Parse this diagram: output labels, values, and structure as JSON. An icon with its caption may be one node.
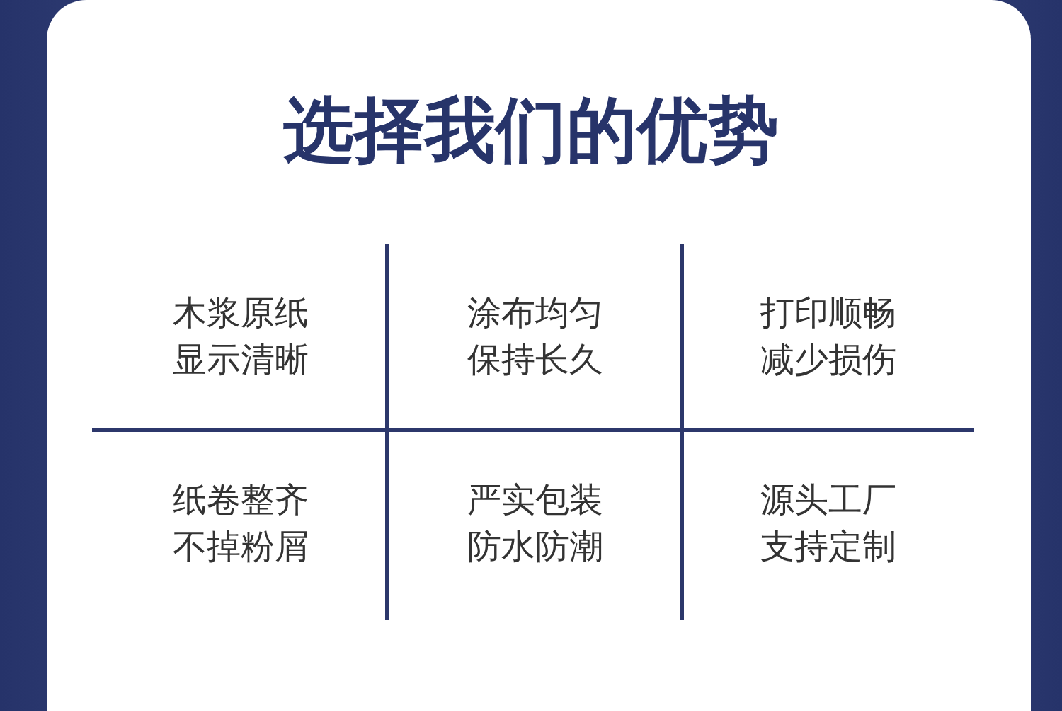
{
  "diagram": {
    "title": "选择我们的优势",
    "labels": [
      "木浆原纸显示清晰",
      "涂布均匀保持长久",
      "打印顺畅减少损伤",
      "纸卷整齐不掉粉屑",
      "严实包装防水防潮",
      "源头工厂支持定制"
    ]
  }
}
